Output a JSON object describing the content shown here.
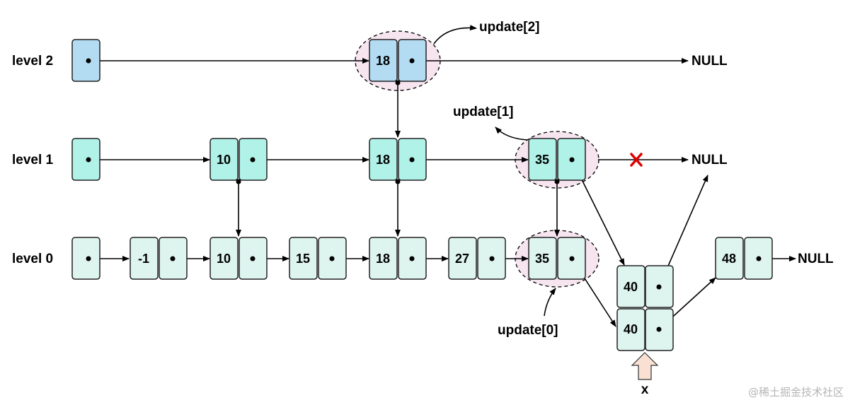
{
  "colors": {
    "level2_fill": "#b3dcf3",
    "level1_fill": "#b0f1e8",
    "level0_fill": "#def4ef",
    "group_fill": "#f6e4ef",
    "cross": "#e00000",
    "insert_arrow": "#f9e0d3"
  },
  "levels": {
    "level2": "level 2",
    "level1": "level 1",
    "level0": "level 0"
  },
  "nodes": {
    "l2_18": "18",
    "l1_10": "10",
    "l1_18": "18",
    "l1_35": "35",
    "l0_m1": "-1",
    "l0_10": "10",
    "l0_15": "15",
    "l0_18": "18",
    "l0_27": "27",
    "l0_35": "35",
    "new_top": "40",
    "new_bottom": "40",
    "l0_48": "48"
  },
  "null_labels": {
    "level2": "NULL",
    "level1": "NULL",
    "level0": "NULL"
  },
  "updates": {
    "u2": "update[2]",
    "u1": "update[1]",
    "u0": "update[0]"
  },
  "insert_label": "x",
  "watermark": "@稀土掘金技术社区",
  "icons": {
    "cross": "cross-icon",
    "insert_arrow": "up-arrow-icon"
  }
}
